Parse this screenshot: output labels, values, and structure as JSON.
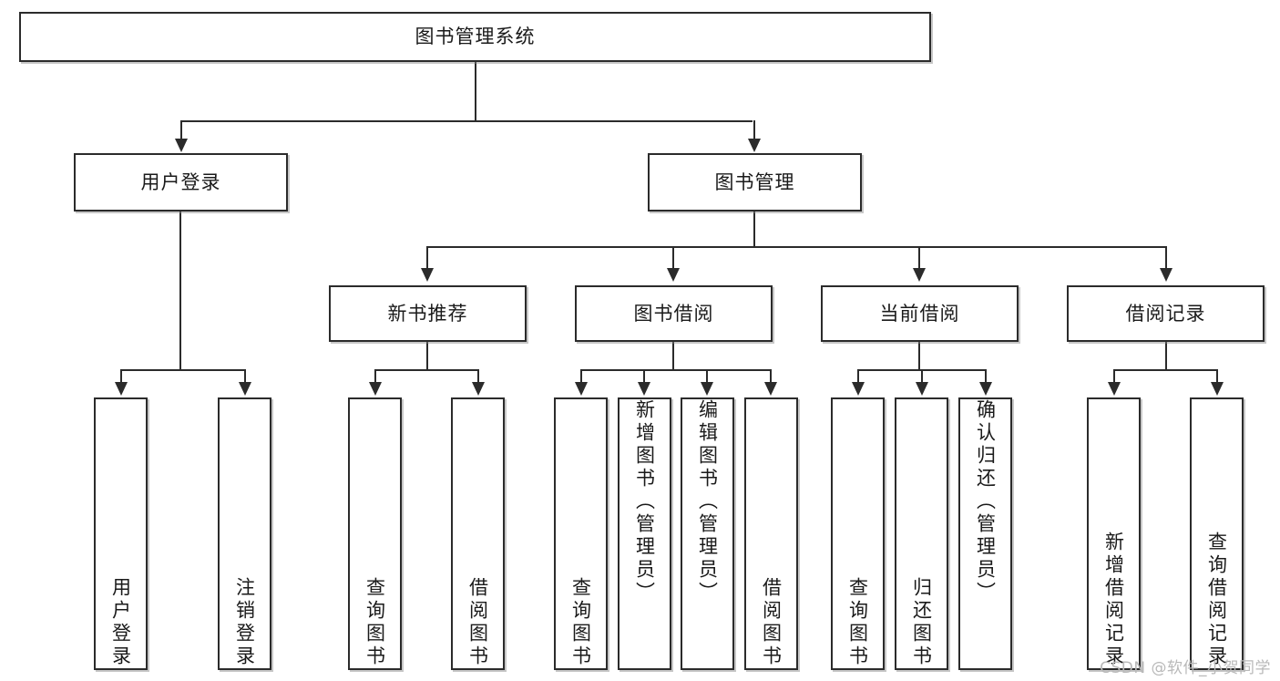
{
  "diagram": {
    "title": "图书管理系统",
    "type": "tree-hierarchy-diagram",
    "root": {
      "id": "root",
      "label": "图书管理系统"
    },
    "level2": [
      {
        "id": "user-login",
        "label": "用户登录"
      },
      {
        "id": "book-manage",
        "label": "图书管理"
      }
    ],
    "level3": [
      {
        "id": "new-book-recommend",
        "label": "新书推荐",
        "parent": "book-manage"
      },
      {
        "id": "book-borrow",
        "label": "图书借阅",
        "parent": "book-manage"
      },
      {
        "id": "current-borrow",
        "label": "当前借阅",
        "parent": "book-manage"
      },
      {
        "id": "borrow-record",
        "label": "借阅记录",
        "parent": "book-manage"
      }
    ],
    "leaves": {
      "user_login": [
        {
          "id": "leaf-user-login",
          "label": "用户登录"
        },
        {
          "id": "leaf-logout-login",
          "label": "注销登录"
        }
      ],
      "new_book_recommend": [
        {
          "id": "leaf-query-book-1",
          "label": "查询图书"
        },
        {
          "id": "leaf-borrow-book-1",
          "label": "借阅图书"
        }
      ],
      "book_borrow": [
        {
          "id": "leaf-query-book-2",
          "label": "查询图书"
        },
        {
          "id": "leaf-add-book",
          "label": "新增图书（管理员）"
        },
        {
          "id": "leaf-edit-book",
          "label": "编辑图书（管理员）"
        },
        {
          "id": "leaf-borrow-book-2",
          "label": "借阅图书"
        }
      ],
      "current_borrow": [
        {
          "id": "leaf-query-book-3",
          "label": "查询图书"
        },
        {
          "id": "leaf-return-book",
          "label": "归还图书"
        },
        {
          "id": "leaf-confirm-return",
          "label": "确认归还（管理员）"
        }
      ],
      "borrow_record": [
        {
          "id": "leaf-add-record",
          "label": "新增借阅记录"
        },
        {
          "id": "leaf-query-record",
          "label": "查询借阅记录"
        }
      ]
    }
  },
  "watermark": {
    "text": "CSDN @软件_小贺同学"
  },
  "colors": {
    "stroke": "#2b2b2b",
    "fill": "#ffffff",
    "text": "#1a1a1a",
    "watermark": "#b9b9b9"
  }
}
